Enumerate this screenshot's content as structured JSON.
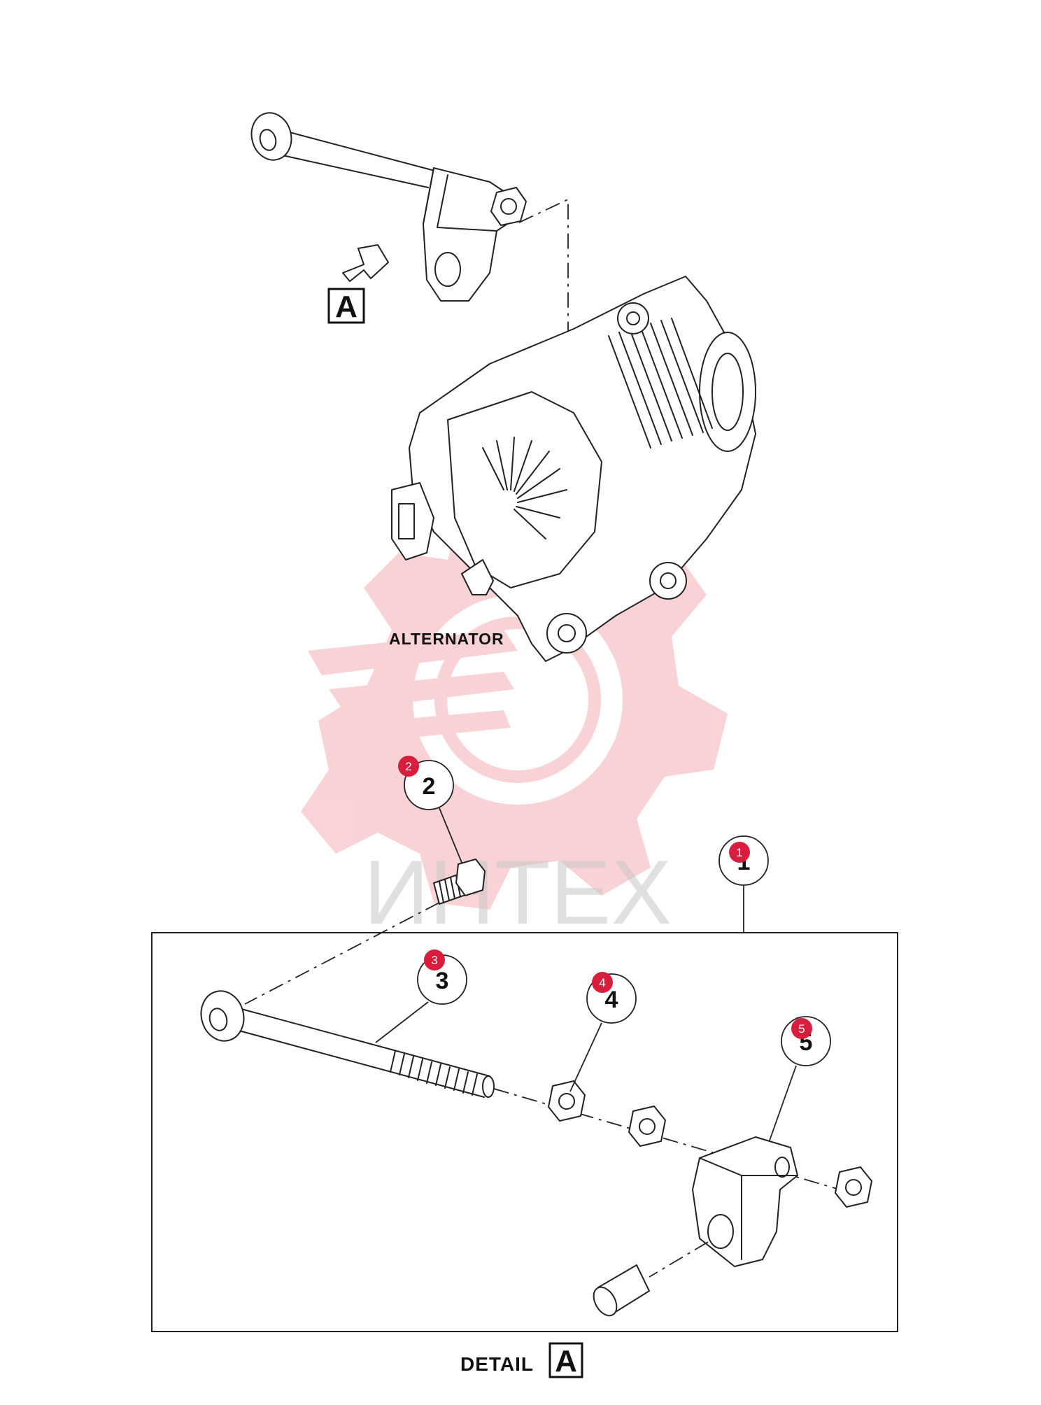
{
  "watermark": {
    "text": "ИНТЕХ",
    "color": "#f4a7ad"
  },
  "labels": {
    "alternator": "ALTERNATOR",
    "view_marker": "A",
    "detail_prefix": "DETAIL",
    "detail_marker": "A"
  },
  "callouts": [
    {
      "id": "1",
      "label": "1",
      "badge": "1"
    },
    {
      "id": "2",
      "label": "2",
      "badge": "2"
    },
    {
      "id": "3",
      "label": "3",
      "badge": "3"
    },
    {
      "id": "4",
      "label": "4",
      "badge": "4"
    },
    {
      "id": "5",
      "label": "5",
      "badge": "5"
    }
  ],
  "colors": {
    "badge": "#d81e3c",
    "line": "#222222"
  }
}
